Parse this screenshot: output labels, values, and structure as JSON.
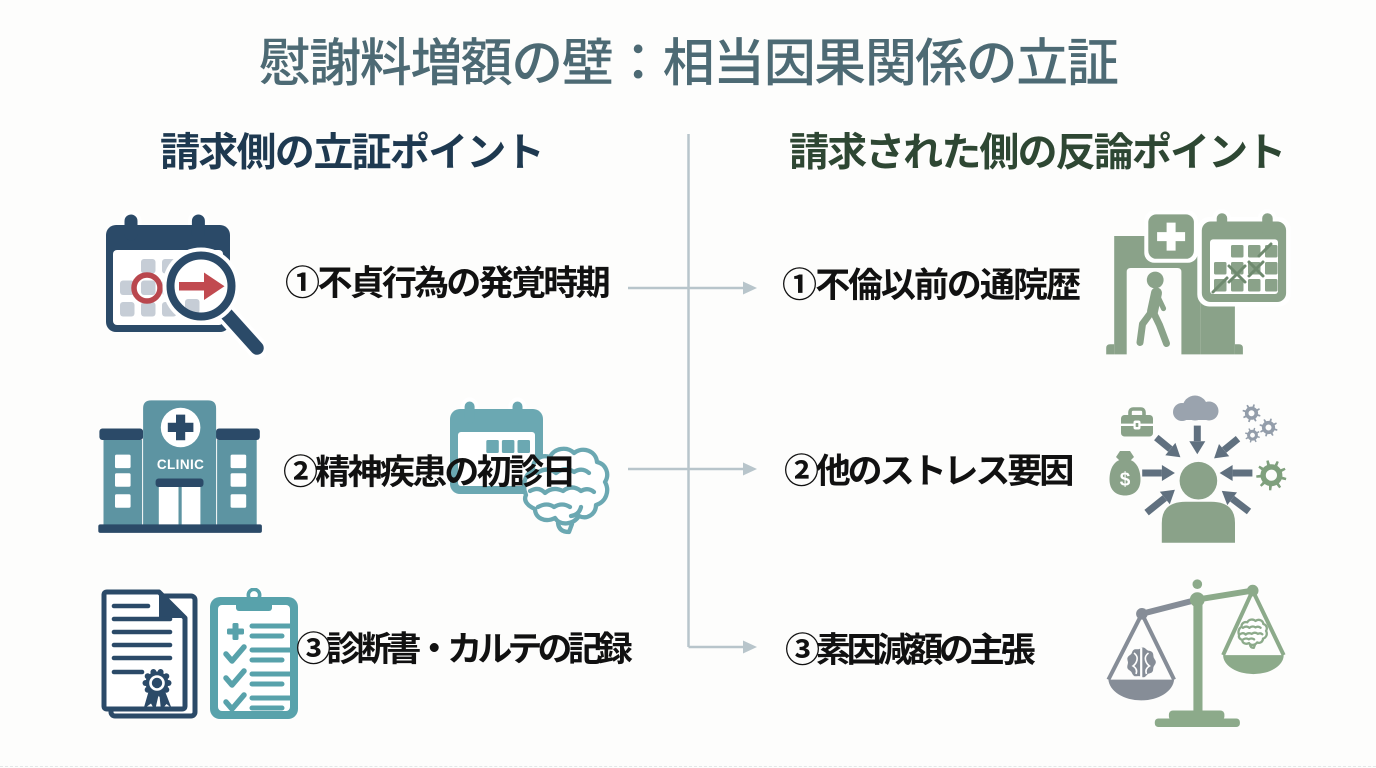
{
  "title": "慰謝料増額の壁：相当因果関係の立証",
  "columns": {
    "left": {
      "header": "請求側の立証ポイント",
      "items": [
        {
          "label": "①不貞行為の発覚時期",
          "icon": "calendar-magnifier"
        },
        {
          "label": "②精神疾患の初診日",
          "icon": "clinic-building + calendar-brain"
        },
        {
          "label": "③診断書・カルテの記録",
          "icon": "documents + clipboard-checklist"
        }
      ]
    },
    "right": {
      "header": "請求された側の反論ポイント",
      "items": [
        {
          "label": "①不倫以前の通院歴",
          "icon": "hospital-entrance + crossed-calendar"
        },
        {
          "label": "②他のストレス要因",
          "icon": "stress-factors-person"
        },
        {
          "label": "③素因減額の主張",
          "icon": "balance-scale-brains"
        }
      ]
    }
  },
  "clinic_sign": "CLINIC",
  "money_symbol": "$",
  "colors": {
    "bg": "#fdfdfc",
    "title": "#4d6a74",
    "headerLeft": "#1e3950",
    "headerRight": "#2e4733",
    "itemText": "#111111",
    "connector": "#b8c5cb",
    "navy": "#2b4a68",
    "red": "#c14a50",
    "redRing": "#b9474e",
    "grayCell": "#c6cdd6",
    "teal": "#5d94a2",
    "tealLight": "#6ba8b2",
    "tealClip": "#58a2ab",
    "sage": "#8aa289",
    "sageDark": "#6f8a6f",
    "slate": "#60707f",
    "grayCloud": "#9aa3ae",
    "grayGear": "#939daa",
    "greenGear": "#7fa07d",
    "scaleGray": "#868d97",
    "scaleGreen": "#8caa8a"
  }
}
